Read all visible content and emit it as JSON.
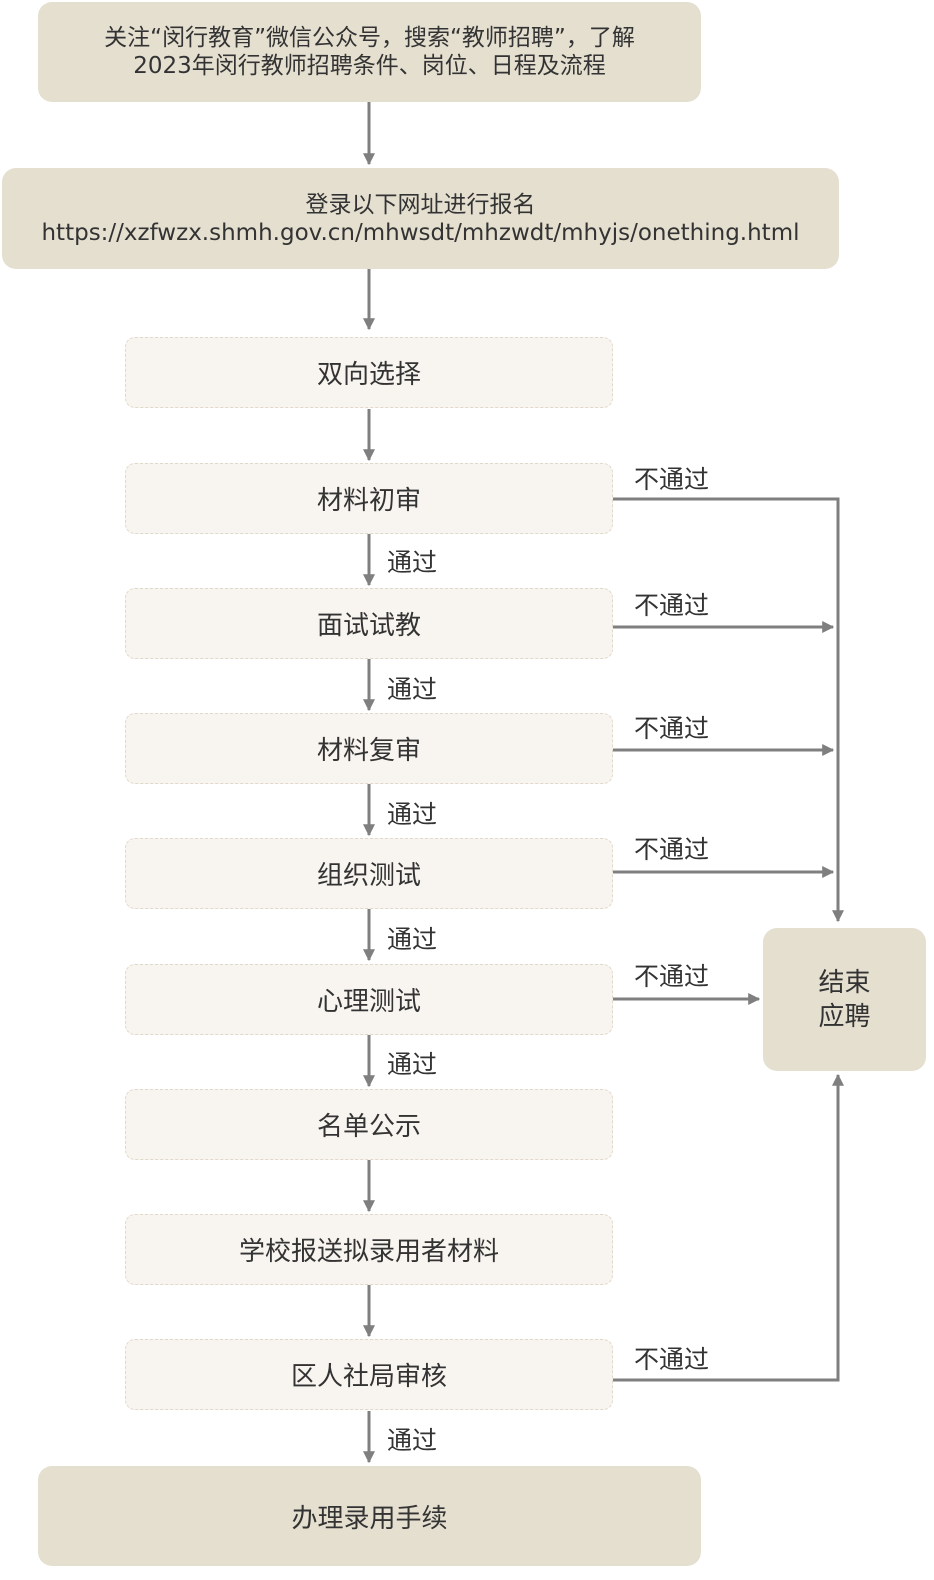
{
  "top_box": {
    "line1": "关注“闵行教育”微信公众号，搜索“教师招聘”，了解",
    "line2": "2023年闵行教师招聘条件、岗位、日程及流程"
  },
  "register_box": {
    "line1": "登录以下网址进行报名",
    "url": "https://xzfwzx.shmh.gov.cn/mhwsdt/mhzwdt/mhyjs/onething.html"
  },
  "steps": [
    "双向选择",
    "材料初审",
    "面试试教",
    "材料复审",
    "组织测试",
    "心理测试",
    "名单公示",
    "学校报送拟录用者材料",
    "区人社局审核"
  ],
  "final_box": "办理录用手续",
  "end_box": {
    "line1": "结束",
    "line2": "应聘"
  },
  "labels": {
    "pass": "通过",
    "fail": "不通过"
  },
  "colors": {
    "solid_box": "#e5dfd0",
    "light_box": "#f8f5f0",
    "arrow": "#7f7f7f",
    "text": "#333333"
  }
}
